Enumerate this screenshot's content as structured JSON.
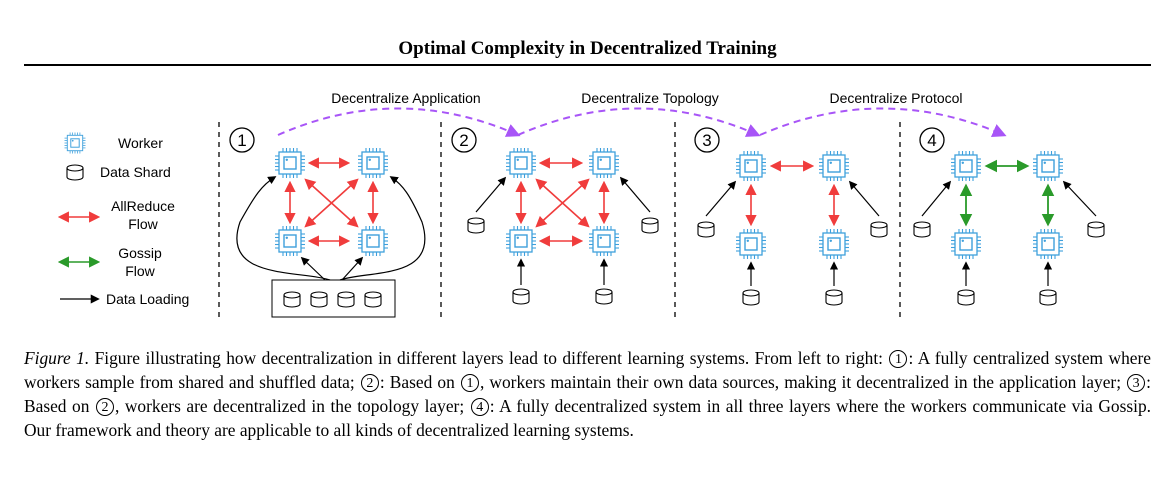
{
  "header": {
    "title": "Optimal Complexity in Decentralized Training"
  },
  "figure": {
    "arc_labels": [
      "Decentralize Application",
      "Decentralize Topology",
      "Decentralize Protocol"
    ],
    "panel_numbers": [
      "1",
      "2",
      "3",
      "4"
    ],
    "legend": {
      "worker": "Worker",
      "data_shard": "Data Shard",
      "allreduce_line1": "AllReduce",
      "allreduce_line2": "Flow",
      "gossip_line1": "Gossip",
      "gossip_line2": "Flow",
      "data_loading": "Data Loading"
    },
    "colors": {
      "allreduce": "#f03c3c",
      "gossip": "#2a9a2a",
      "arc": "#a855f7",
      "chip": "#3ea0dc"
    }
  },
  "caption": {
    "lead": "Figure 1.",
    "seg1": " Figure illustrating how decentralization in different layers lead to different learning systems. From left to right: ",
    "c1": "1",
    "seg2": ": A fully centralized system where workers sample from shared and shuffled data; ",
    "c2": "2",
    "seg3": ": Based on ",
    "c3": "1",
    "seg4": ", workers maintain their own data sources, making it decentralized in the application layer; ",
    "c4": "3",
    "seg5": ": Based on ",
    "c5": "2",
    "seg6": ", workers are decentralized in the topology layer; ",
    "c6": "4",
    "seg7": ": A fully decentralized system in all three layers where the workers communicate via Gossip. Our framework and theory are applicable to all kinds of decentralized learning systems."
  }
}
